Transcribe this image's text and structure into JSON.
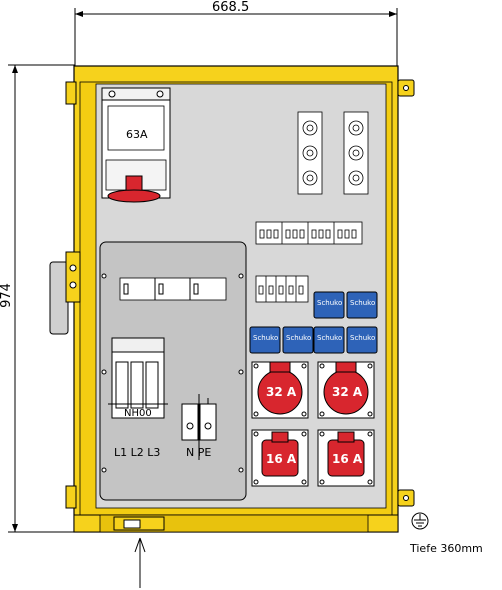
{
  "dimensions": {
    "width": "668.5",
    "height": "974",
    "depth_note": "Tiefe 360mm"
  },
  "components": {
    "main_socket_rating": "63A",
    "fuse_label": "NH00",
    "phase_labels": "L1 L2 L3",
    "neutral_pe_label": "N PE",
    "schuko_label": "Schuko",
    "cee_32_rating": "32 A",
    "cee_16_rating": "16 A"
  },
  "colors": {
    "housing_yellow": "#f6d21c",
    "panel_gray": "#d8d8d8",
    "inner_panel_gray": "#c4c4c4",
    "cee_red": "#d8262e",
    "schuko_blue": "#2e63b8"
  },
  "icons": {
    "ground": "earth-ground-symbol",
    "cable_entry": "up-arrow"
  }
}
